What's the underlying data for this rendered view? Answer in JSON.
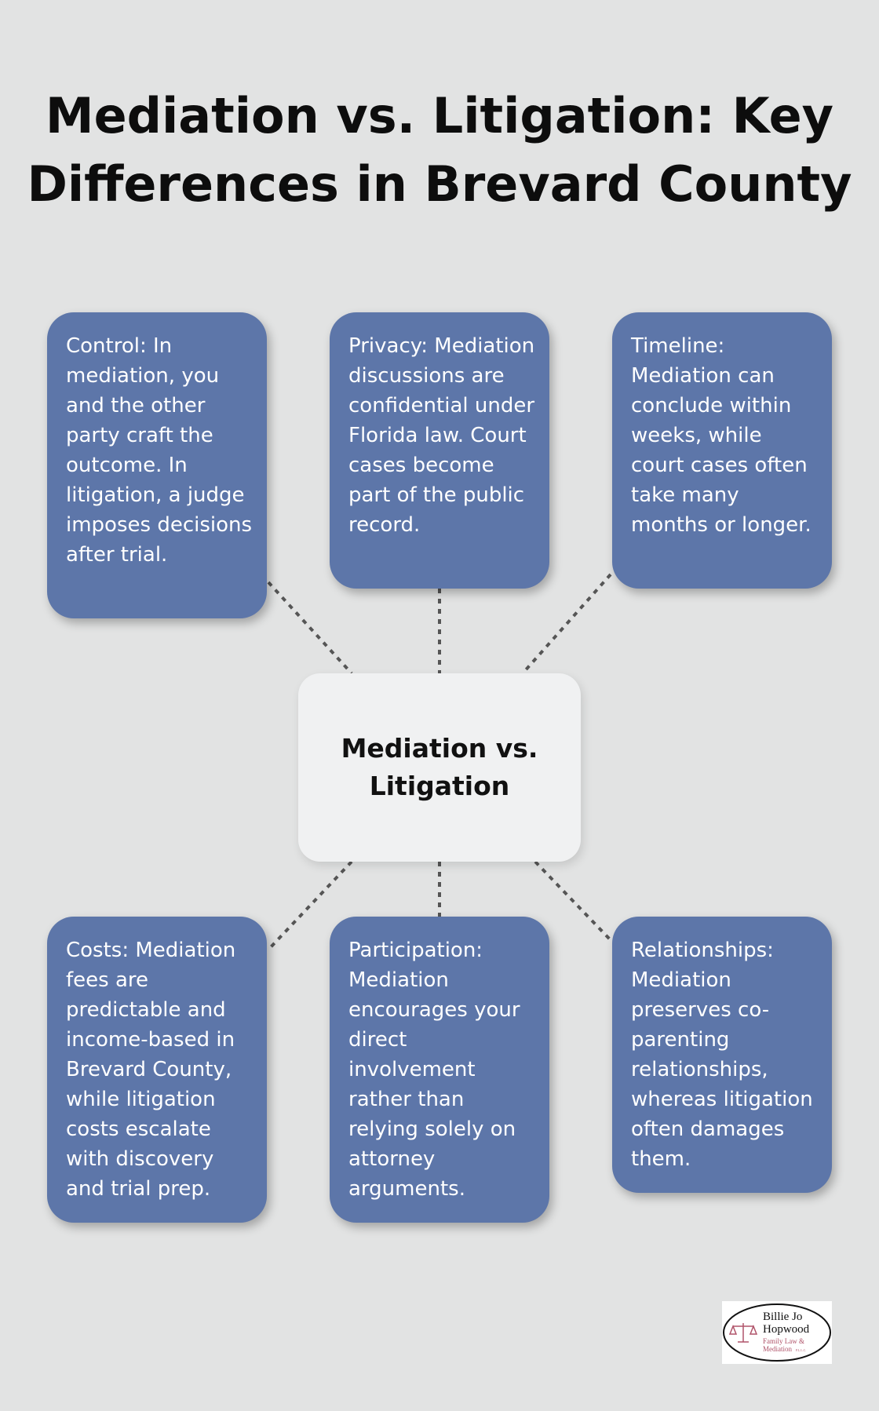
{
  "title": {
    "line1": "Mediation vs. Litigation: Key",
    "line2": "Differences in Brevard County"
  },
  "center": {
    "line1": "Mediation vs.",
    "line2": "Litigation"
  },
  "cards": {
    "control": "Control: In mediation, you and the other party craft the outcome. In litigation, a judge imposes decisions after trial.",
    "privacy": "Privacy: Mediation discussions are confidential under Florida law. Court cases become part of the public record.",
    "timeline": "Timeline: Mediation can conclude within weeks, while court cases often take many months or longer.",
    "costs": "Costs: Mediation fees are predictable and income-based in Brevard County, while litigation costs escalate with discovery and trial prep.",
    "participation": "Participation: Mediation encourages your direct involvement rather than relying solely on attorney arguments.",
    "relationships": "Relationships: Mediation preserves co-parenting relationships, whereas litigation often damages them."
  },
  "logo": {
    "line1": "Billie Jo",
    "line2": "Hopwood",
    "line3": "Family Law &",
    "line4": "Mediation",
    "suffix": "P.L.L.C."
  },
  "colors": {
    "background": "#e2e3e3",
    "card": "#5d76a9",
    "center": "#f0f1f2",
    "connector": "#555555"
  }
}
